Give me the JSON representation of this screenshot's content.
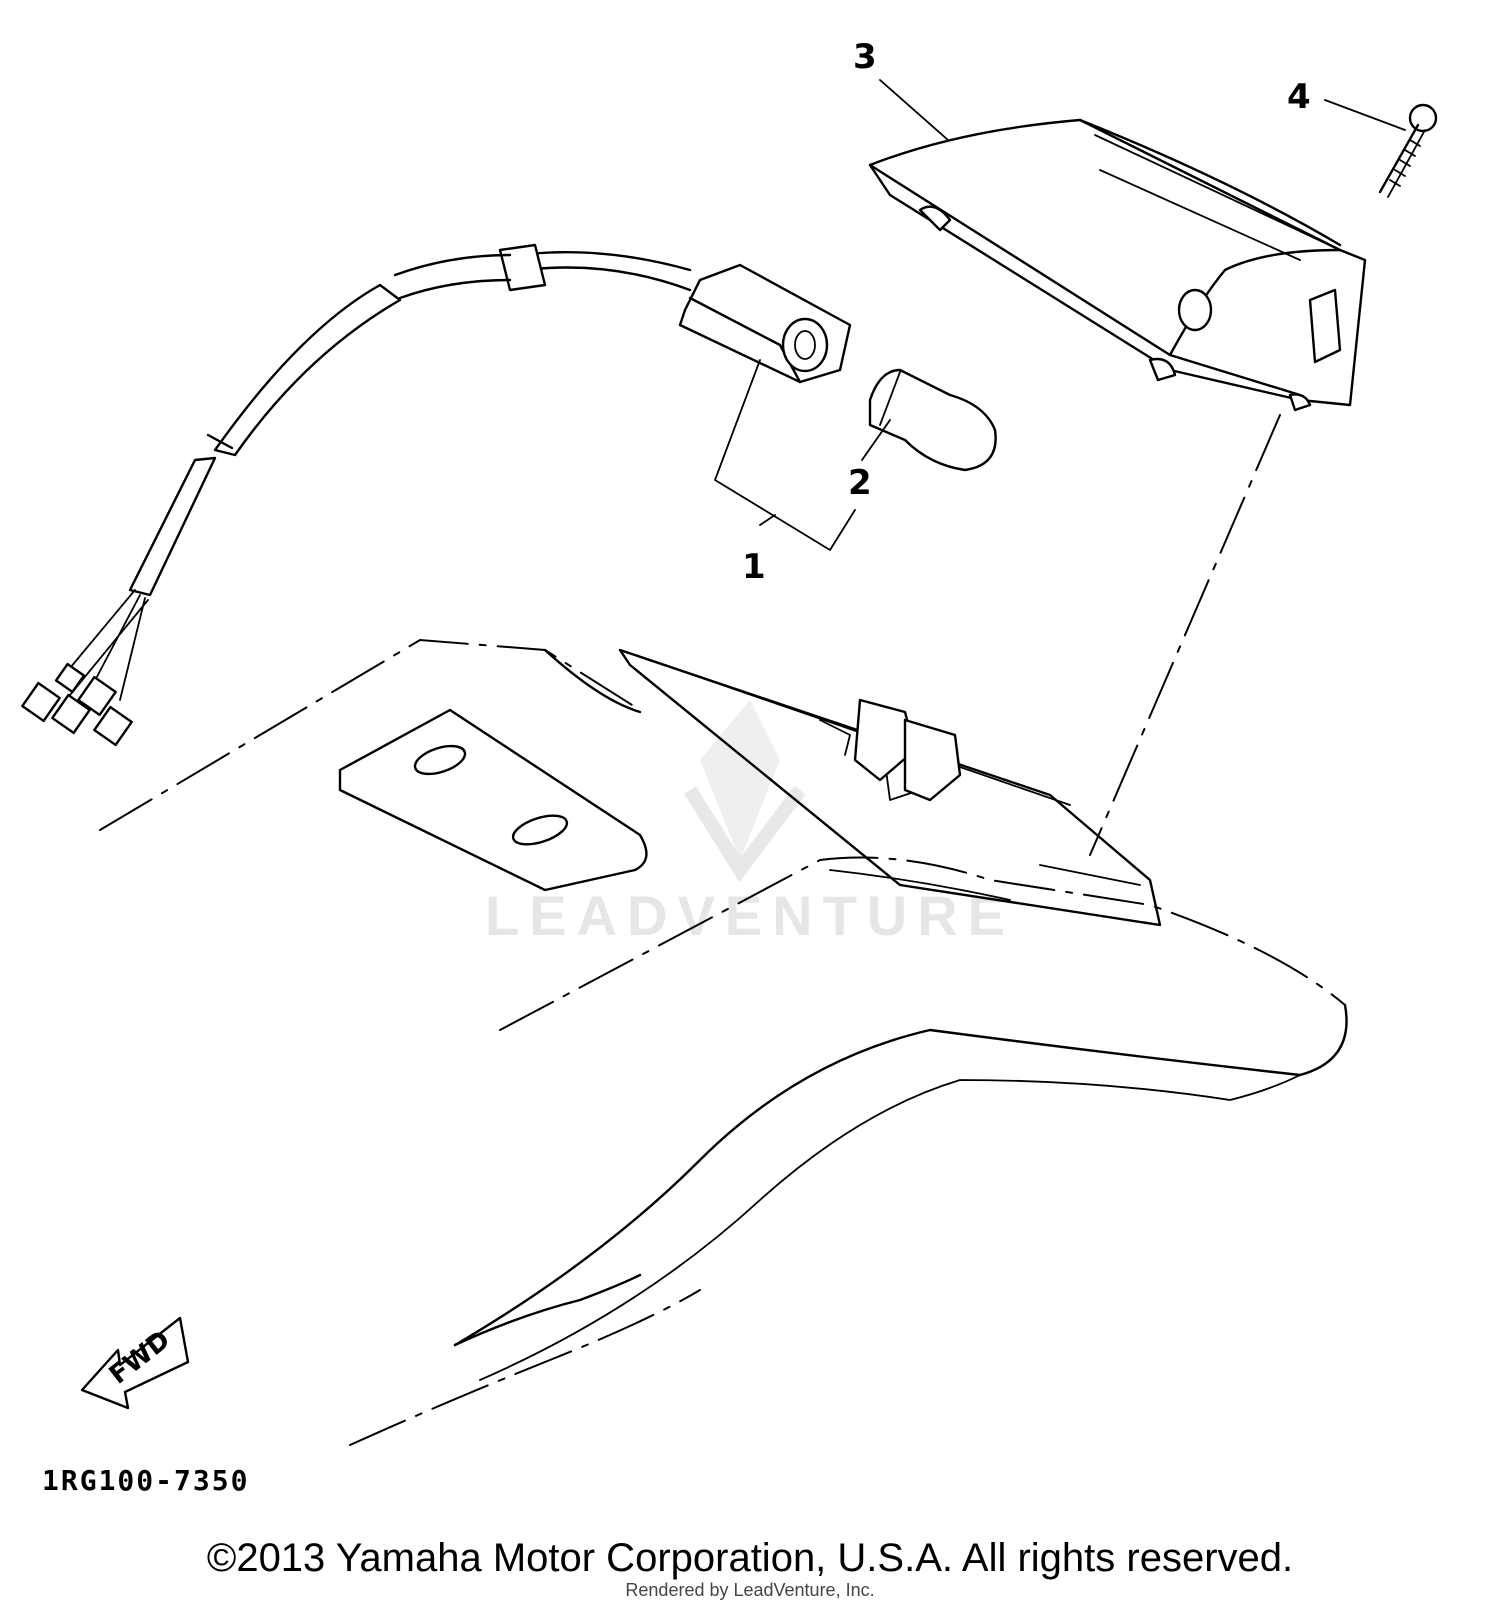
{
  "callouts": {
    "c1": "1",
    "c2": "2",
    "c3": "3",
    "c4": "4"
  },
  "fwd_label": "FWD",
  "diagram_code": "1RG100-7350",
  "copyright": "©2013 Yamaha Motor Corporation, U.S.A. All rights reserved.",
  "rendered_by": "Rendered by LeadVenture, Inc.",
  "watermark": "LEADVENTURE"
}
